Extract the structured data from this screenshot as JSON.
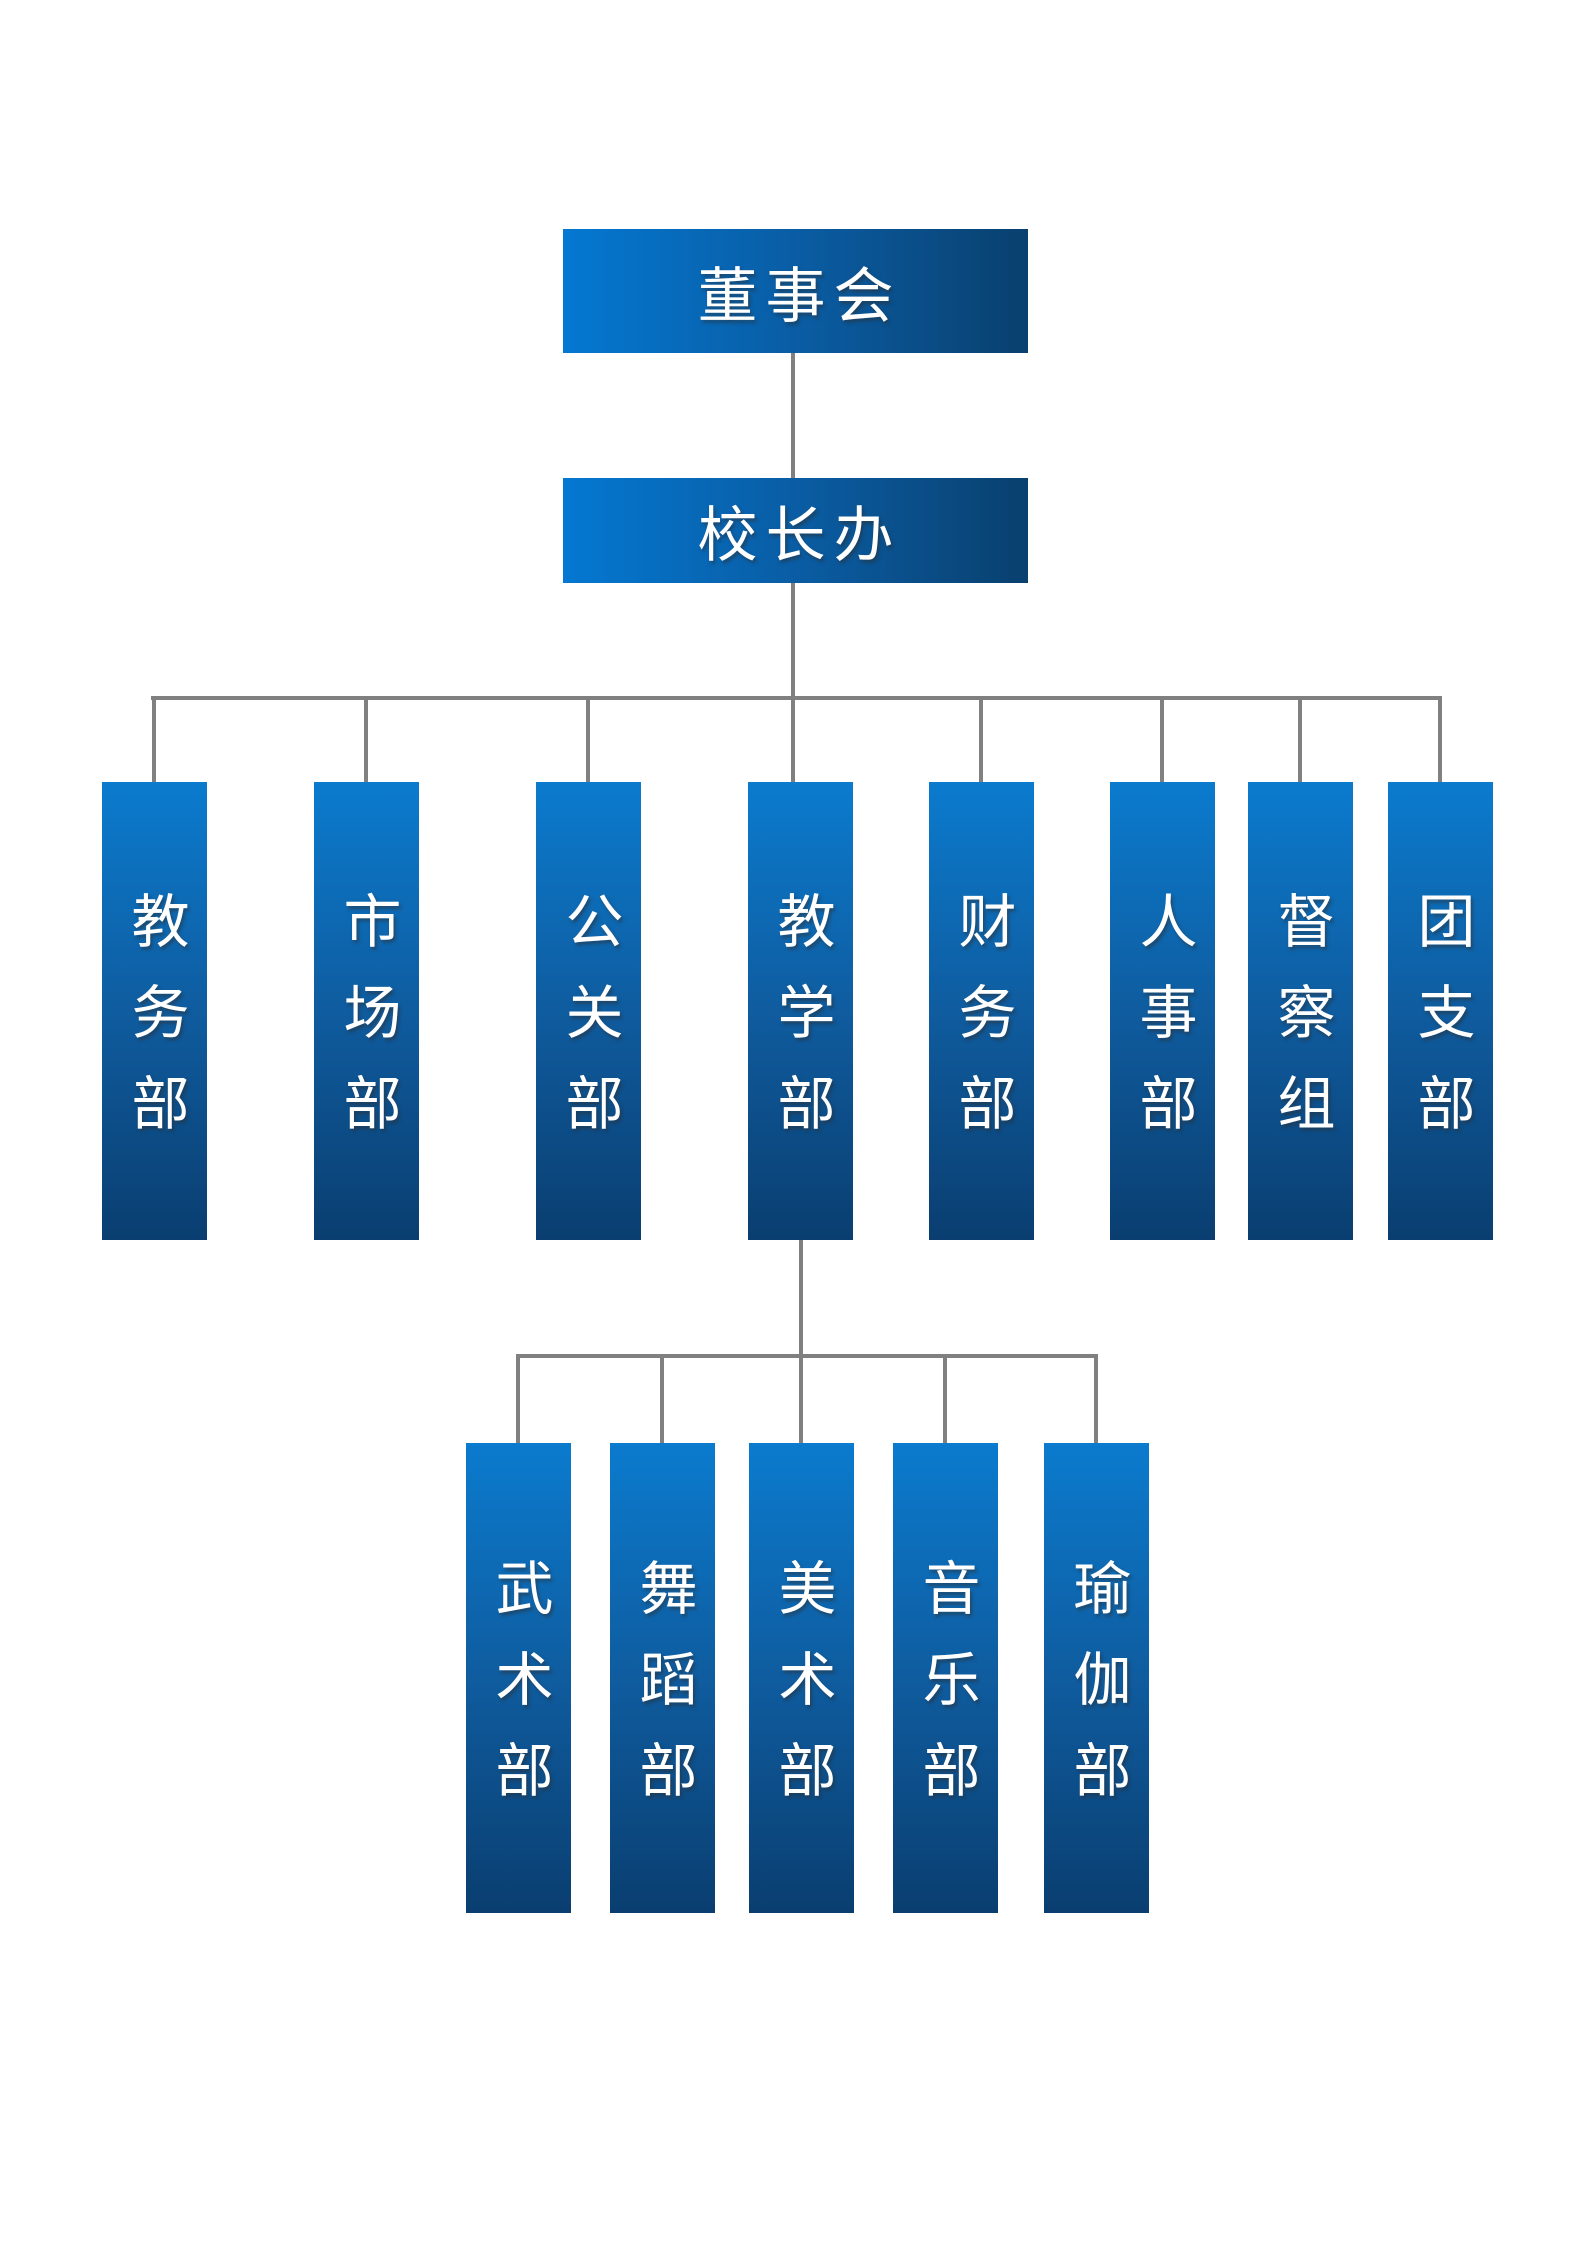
{
  "org_chart": {
    "root": {
      "label": "董事会"
    },
    "principal_office": {
      "label": "校长办"
    },
    "departments": [
      {
        "label": "教务部"
      },
      {
        "label": "市场部"
      },
      {
        "label": "公关部"
      },
      {
        "label": "教学部"
      },
      {
        "label": "财务部"
      },
      {
        "label": "人事部"
      },
      {
        "label": "督察组"
      },
      {
        "label": "团支部"
      }
    ],
    "teaching_sub_departments": [
      {
        "label": "武术部"
      },
      {
        "label": "舞蹈部"
      },
      {
        "label": "美术部"
      },
      {
        "label": "音乐部"
      },
      {
        "label": "瑜伽部"
      }
    ]
  },
  "colors": {
    "connector": "#808080",
    "box_text": "#ffffff",
    "header_gradient_start": "#0478d2",
    "header_gradient_end": "#09406e",
    "vertical_gradient_top": "#0b7bce",
    "vertical_gradient_bottom": "#0a3e70"
  }
}
